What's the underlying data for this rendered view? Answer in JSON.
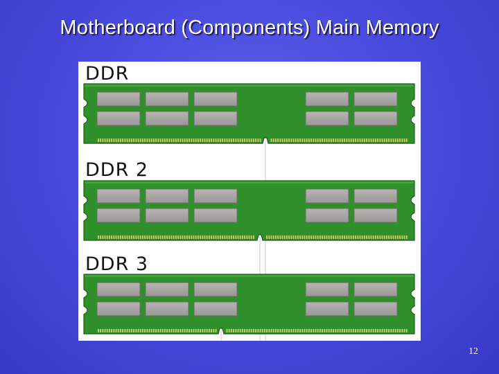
{
  "slide": {
    "title": "Motherboard (Components) Main Memory",
    "page_number": "12"
  },
  "diagram": {
    "modules": [
      {
        "label": "DDR"
      },
      {
        "label": "DDR 2"
      },
      {
        "label": "DDR 3"
      }
    ]
  },
  "colors": {
    "background": "#4a4ce0",
    "pcb_green": "#2f8f2a",
    "chip_gray": "#a3a0a0",
    "contact_gold": "#d2cf6a"
  }
}
